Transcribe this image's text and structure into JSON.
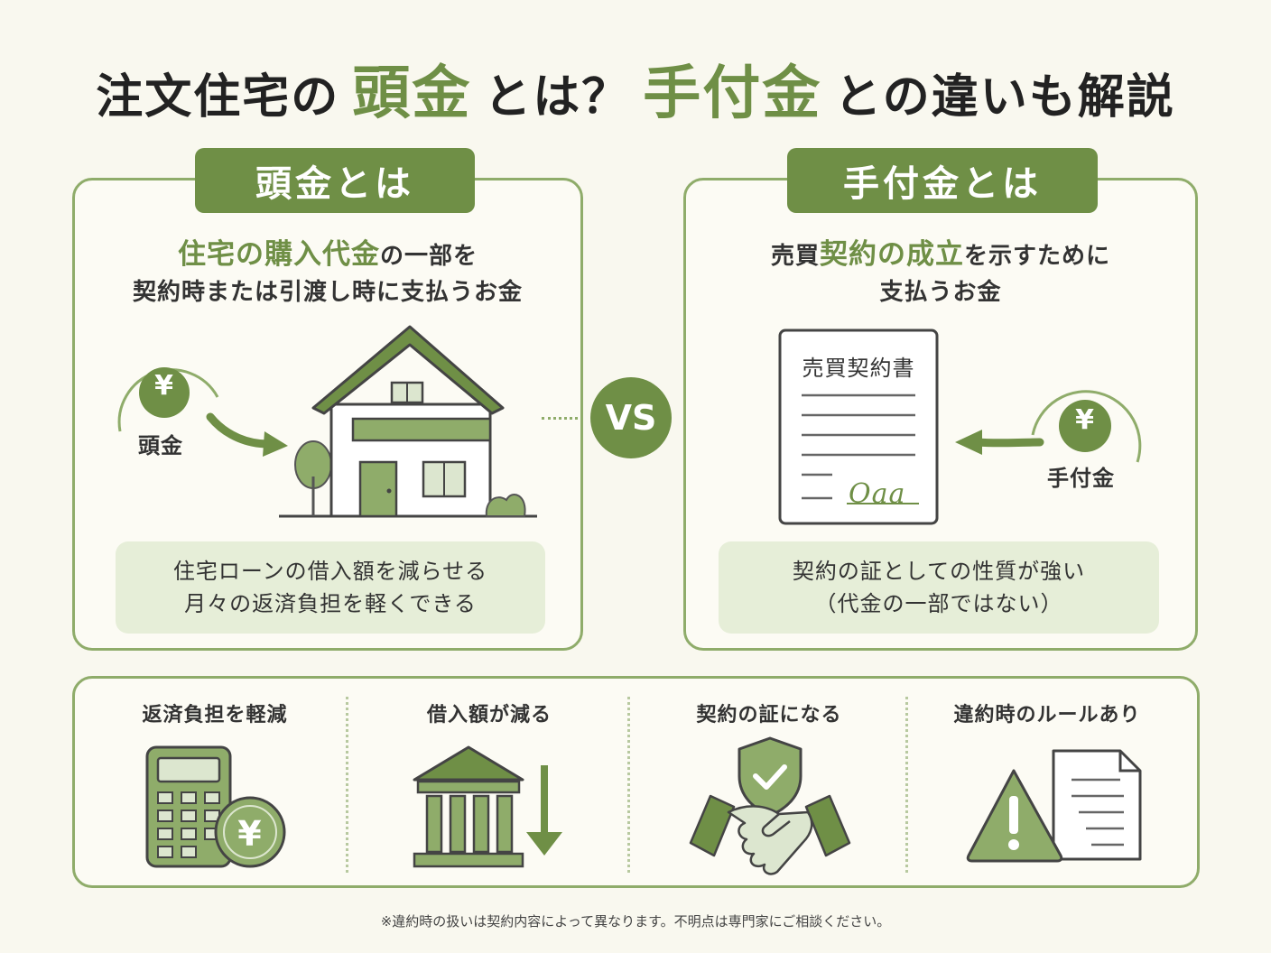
{
  "title": {
    "part1": "注文住宅の",
    "hl1": "頭金",
    "part2": "とは？",
    "hl2": "手付金",
    "part3": "との違いも解説"
  },
  "left": {
    "tag": "頭金とは",
    "desc_hl": "住宅の購入代金",
    "desc_rest": "の一部を",
    "desc_line2": "契約時または引渡し時に支払うお金",
    "coin_symbol": "¥",
    "coin_label": "頭金",
    "note_line1": "住宅ローンの借入額を減らせる",
    "note_line2": "月々の返済負担を軽くできる"
  },
  "vs": "VS",
  "right": {
    "tag": "手付金とは",
    "desc_pre": "売買",
    "desc_hl": "契約の成立",
    "desc_rest": "を示すために",
    "desc_line2": "支払うお金",
    "document_title": "売買契約書",
    "signature": "Oaa",
    "coin_symbol": "¥",
    "coin_label": "手付金",
    "note_line1": "契約の証としての性質が強い",
    "note_line2": "（代金の一部ではない）"
  },
  "features": [
    {
      "label": "返済負担を軽減",
      "icon": "calculator-yen-icon"
    },
    {
      "label": "借入額が減る",
      "icon": "bank-down-arrow-icon"
    },
    {
      "label": "契約の証になる",
      "icon": "handshake-shield-icon"
    },
    {
      "label": "違約時のルールあり",
      "icon": "warning-document-icon"
    }
  ],
  "feature_coin_symbol": "¥",
  "footnote": "※違約時の扱いは契約内容によって異なります。不明点は専門家にご相談ください。",
  "colors": {
    "accent": "#6f8f46",
    "accent_light": "#8fac6a",
    "box_bg": "#e6eed8",
    "page_bg": "#f9f8ef"
  }
}
